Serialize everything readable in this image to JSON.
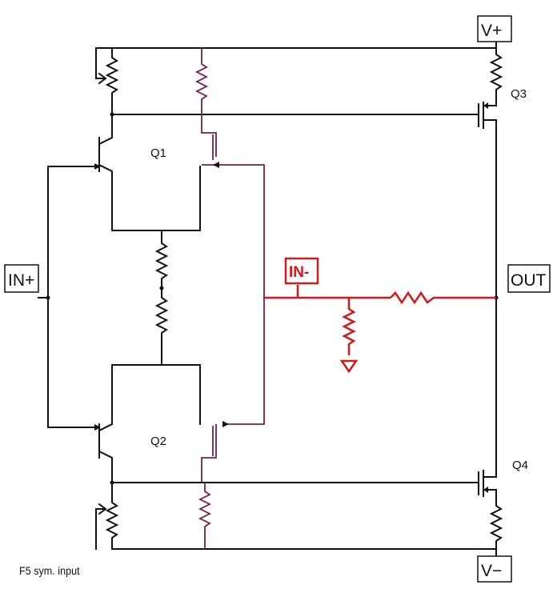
{
  "labels": {
    "v_plus": "V+",
    "v_minus": "V−",
    "in_plus": "IN+",
    "in_minus": "IN-",
    "out": "OUT",
    "q1": "Q1",
    "q2": "Q2",
    "q3": "Q3",
    "q4": "Q4"
  },
  "caption": "F5 sym. input",
  "colors": {
    "wire": "#111111",
    "feedback": "#d11a1a",
    "jfet_wire": "#7a1f4a"
  }
}
